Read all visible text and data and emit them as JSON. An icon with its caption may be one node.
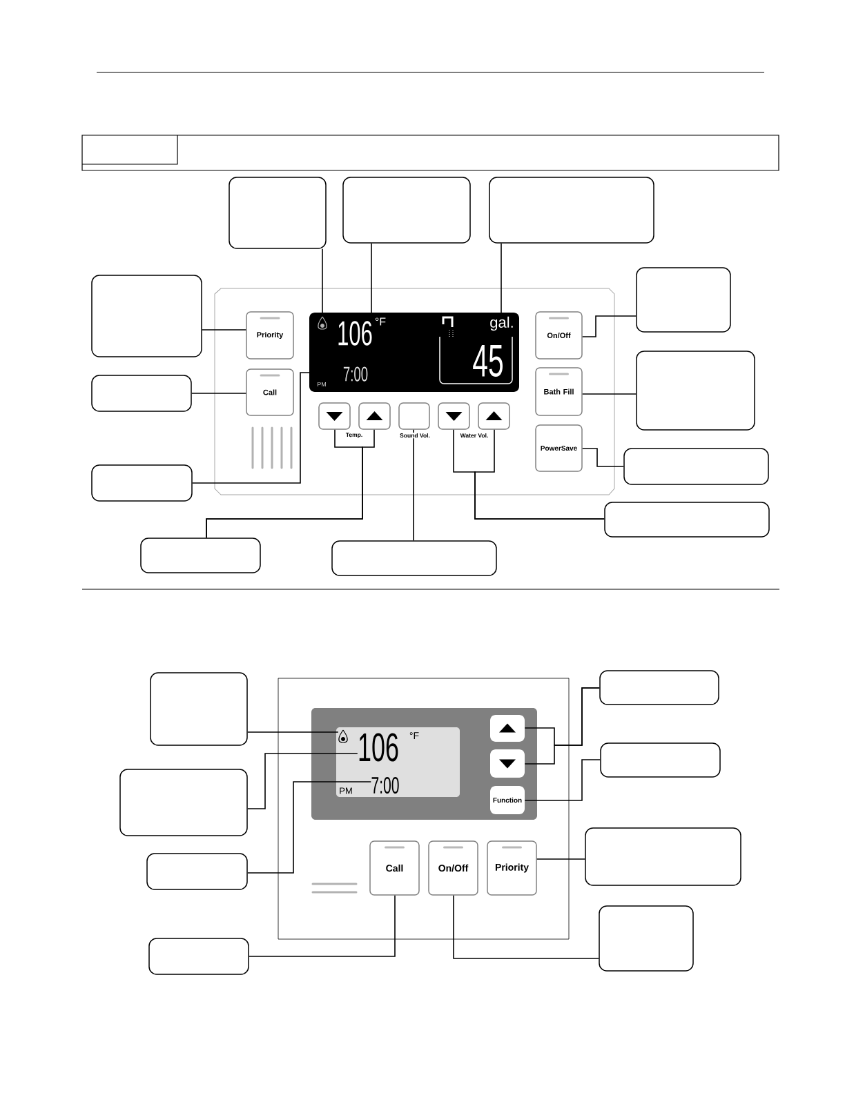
{
  "diagram": {
    "nodes": [
      {
        "text": [],
        "shape": "box"
      },
      {
        "text": [],
        "shape": "box"
      },
      {
        "text": [],
        "shape": "box"
      },
      {
        "text": [],
        "shape": "box"
      },
      {
        "text": [],
        "shape": "box"
      },
      {
        "text": [],
        "shape": "flame"
      },
      {
        "text": [
          "106"
        ]
      },
      {
        "text": [
          "gal."
        ]
      },
      {
        "text": [
          "Priority"
        ]
      },
      {
        "text": [
          "On/Off"
        ]
      },
      {
        "text": [],
        "shape": "box"
      },
      {
        "text": [],
        "shape": "box"
      },
      {
        "text": [
          "Call"
        ]
      },
      {
        "text": [
          "7:00"
        ]
      },
      {
        "text": [
          "Bath Fill"
        ]
      },
      {
        "text": [],
        "shape": "button"
      },
      {
        "text": [],
        "shape": "button"
      },
      {
        "text": [],
        "shape": "button"
      },
      {
        "text": [],
        "shape": "button"
      },
      {
        "text": [],
        "shape": "button"
      },
      {
        "text": [
          "PowerSave"
        ]
      },
      {
        "text": [],
        "shape": "box"
      },
      {
        "text": [],
        "shape": "box"
      },
      {
        "text": [],
        "shape": "box"
      },
      {
        "text": [],
        "shape": "box"
      },
      {
        "text": [],
        "shape": "box"
      },
      {
        "text": [],
        "shape": "box"
      },
      {
        "text": [],
        "shape": "box"
      },
      {
        "text": [],
        "shape": "box"
      },
      {
        "text": [],
        "shape": "button"
      },
      {
        "text": [],
        "shape": "flame"
      },
      {
        "text": [
          "106"
        ]
      },
      {
        "text": [],
        "shape": "button"
      },
      {
        "text": [],
        "shape": "box"
      },
      {
        "text": [
          "7:00"
        ]
      },
      {
        "text": [
          "Function"
        ]
      },
      {
        "text": [],
        "shape": "box"
      },
      {
        "text": [],
        "shape": "box"
      },
      {
        "text": [
          "Call"
        ]
      },
      {
        "text": [
          "On/Off"
        ]
      },
      {
        "text": [
          "Priority"
        ]
      },
      {
        "text": [],
        "shape": "box"
      },
      {
        "text": [],
        "shape": "box"
      }
    ],
    "edges": [
      {
        "from": 0,
        "to": 5,
        "arrow": "none"
      },
      {
        "from": 1,
        "to": 6,
        "arrow": "none"
      },
      {
        "from": 2,
        "to": 7,
        "arrow": "none"
      },
      {
        "from": 3,
        "to": 8,
        "arrow": "none"
      },
      {
        "from": 4,
        "to": 9,
        "arrow": "none"
      },
      {
        "from": 10,
        "to": 12,
        "arrow": "none"
      },
      {
        "from": 11,
        "to": 14,
        "arrow": "none"
      },
      {
        "from": 21,
        "to": 20,
        "arrow": "none"
      },
      {
        "from": 22,
        "to": 13,
        "arrow": "none"
      },
      {
        "from": 24,
        "to": 15,
        "arrow": "none"
      },
      {
        "from": 24,
        "to": 16,
        "arrow": "none"
      },
      {
        "from": 25,
        "to": 17,
        "arrow": "none"
      },
      {
        "from": 23,
        "to": 18,
        "arrow": "none"
      },
      {
        "from": 23,
        "to": 19,
        "arrow": "none"
      },
      {
        "from": 26,
        "to": 30,
        "arrow": "none"
      },
      {
        "from": 33,
        "to": 31,
        "arrow": "none"
      },
      {
        "from": 36,
        "to": 34,
        "arrow": "none"
      },
      {
        "from": 27,
        "to": 29,
        "arrow": "none"
      },
      {
        "from": 27,
        "to": 32,
        "arrow": "none"
      },
      {
        "from": 28,
        "to": 35,
        "arrow": "none"
      },
      {
        "from": 37,
        "to": 40,
        "arrow": "none"
      },
      {
        "from": 41,
        "to": 39,
        "arrow": "none"
      },
      {
        "from": 42,
        "to": 38,
        "arrow": "none"
      }
    ],
    "labels": [
      "°F",
      "45",
      "PM",
      "Temp.",
      "Sound Vol.",
      "Water Vol.",
      "°F",
      "PM"
    ]
  }
}
